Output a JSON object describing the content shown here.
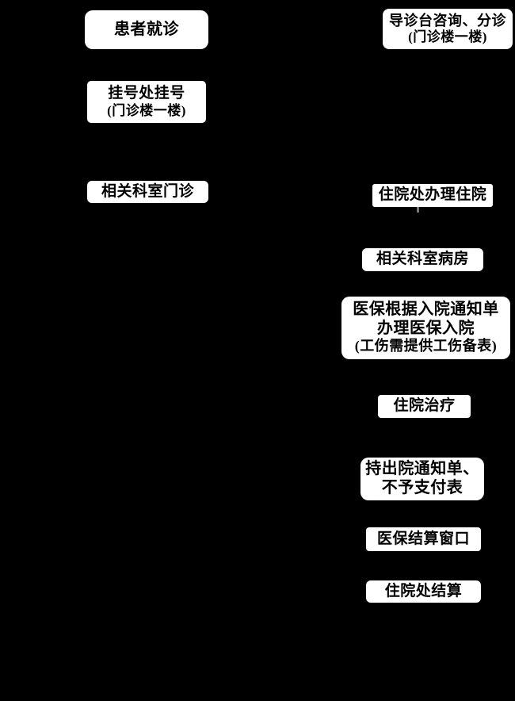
{
  "canvas": {
    "background_color": "#000000",
    "node_fill_color": "#ffffff",
    "node_text_color": "#000000",
    "connector_stub_color": "#7a7a7a"
  },
  "nodes": [
    {
      "id": "patient-visit",
      "lines": [
        "患者就诊"
      ]
    },
    {
      "id": "registration",
      "lines": [
        "挂号处挂号",
        "(门诊楼一楼)"
      ]
    },
    {
      "id": "outpatient",
      "lines": [
        "相关科室门诊"
      ]
    },
    {
      "id": "triage",
      "lines": [
        "导诊台咨询、分诊",
        "(门诊楼一楼)"
      ]
    },
    {
      "id": "admission",
      "lines": [
        "住院处办理住院"
      ]
    },
    {
      "id": "ward",
      "lines": [
        "相关科室病房"
      ]
    },
    {
      "id": "insurance-admission",
      "lines": [
        "医保根据入院通知单",
        "办理医保入院",
        "(工伤需提供工伤备表)"
      ]
    },
    {
      "id": "treatment",
      "lines": [
        "住院治疗"
      ]
    },
    {
      "id": "discharge-docs",
      "lines": [
        "持出院通知单、",
        "不予支付表"
      ]
    },
    {
      "id": "settlement-window",
      "lines": [
        "医保结算窗口"
      ]
    },
    {
      "id": "inpatient-settlement",
      "lines": [
        "住院处结算"
      ]
    }
  ]
}
